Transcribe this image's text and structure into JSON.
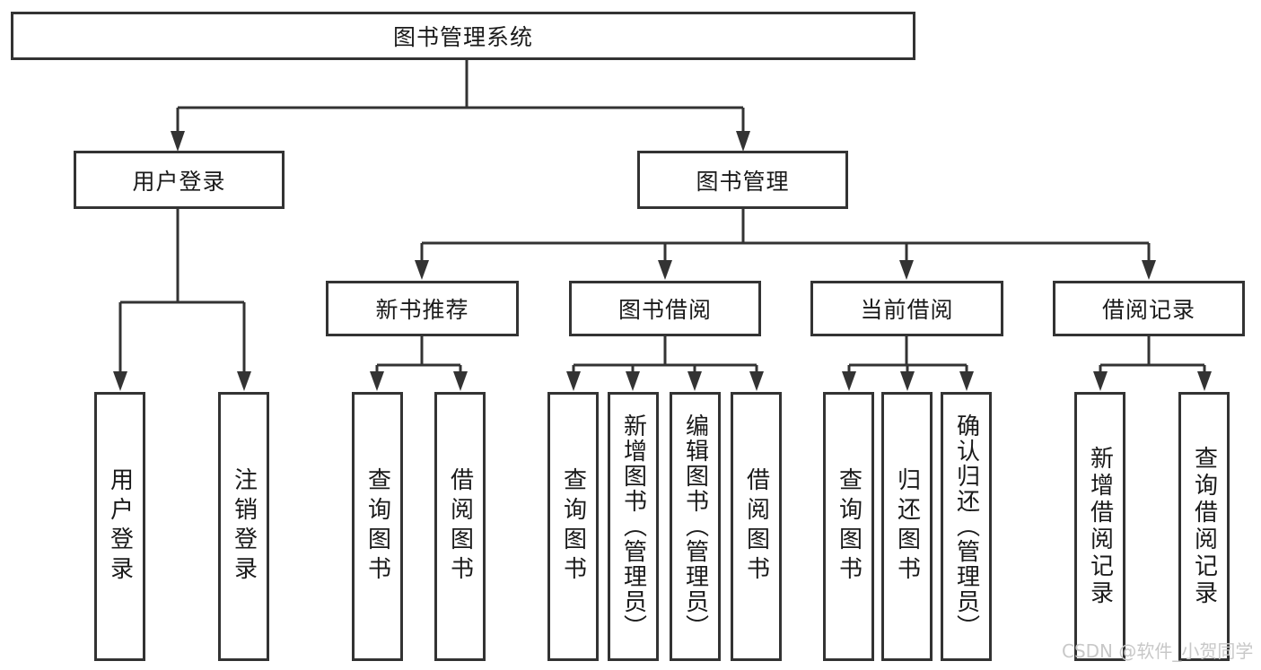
{
  "diagram": {
    "root": {
      "label": "图书管理系统"
    },
    "user_login": {
      "label": "用户登录",
      "leaves": [
        "用户登录",
        "注销登录"
      ]
    },
    "book_management": {
      "label": "图书管理",
      "groups": [
        {
          "label": "新书推荐",
          "leaves": [
            "查询图书",
            "借阅图书"
          ]
        },
        {
          "label": "图书借阅",
          "leaves": [
            "查询图书",
            "新增图书（管理员）",
            "编辑图书（管理员）",
            "借阅图书"
          ]
        },
        {
          "label": "当前借阅",
          "leaves": [
            "查询图书",
            "归还图书",
            "确认归还（管理员）"
          ]
        },
        {
          "label": "借阅记录",
          "leaves": [
            "新增借阅记录",
            "查询借阅记录"
          ]
        }
      ]
    }
  },
  "watermark": {
    "text": "CSDN @软件_小贺同学",
    "color": "#c8c8c8"
  },
  "colors": {
    "line": "#333333",
    "border": "#333333",
    "text": "#1a1a1a",
    "background": "#ffffff"
  }
}
